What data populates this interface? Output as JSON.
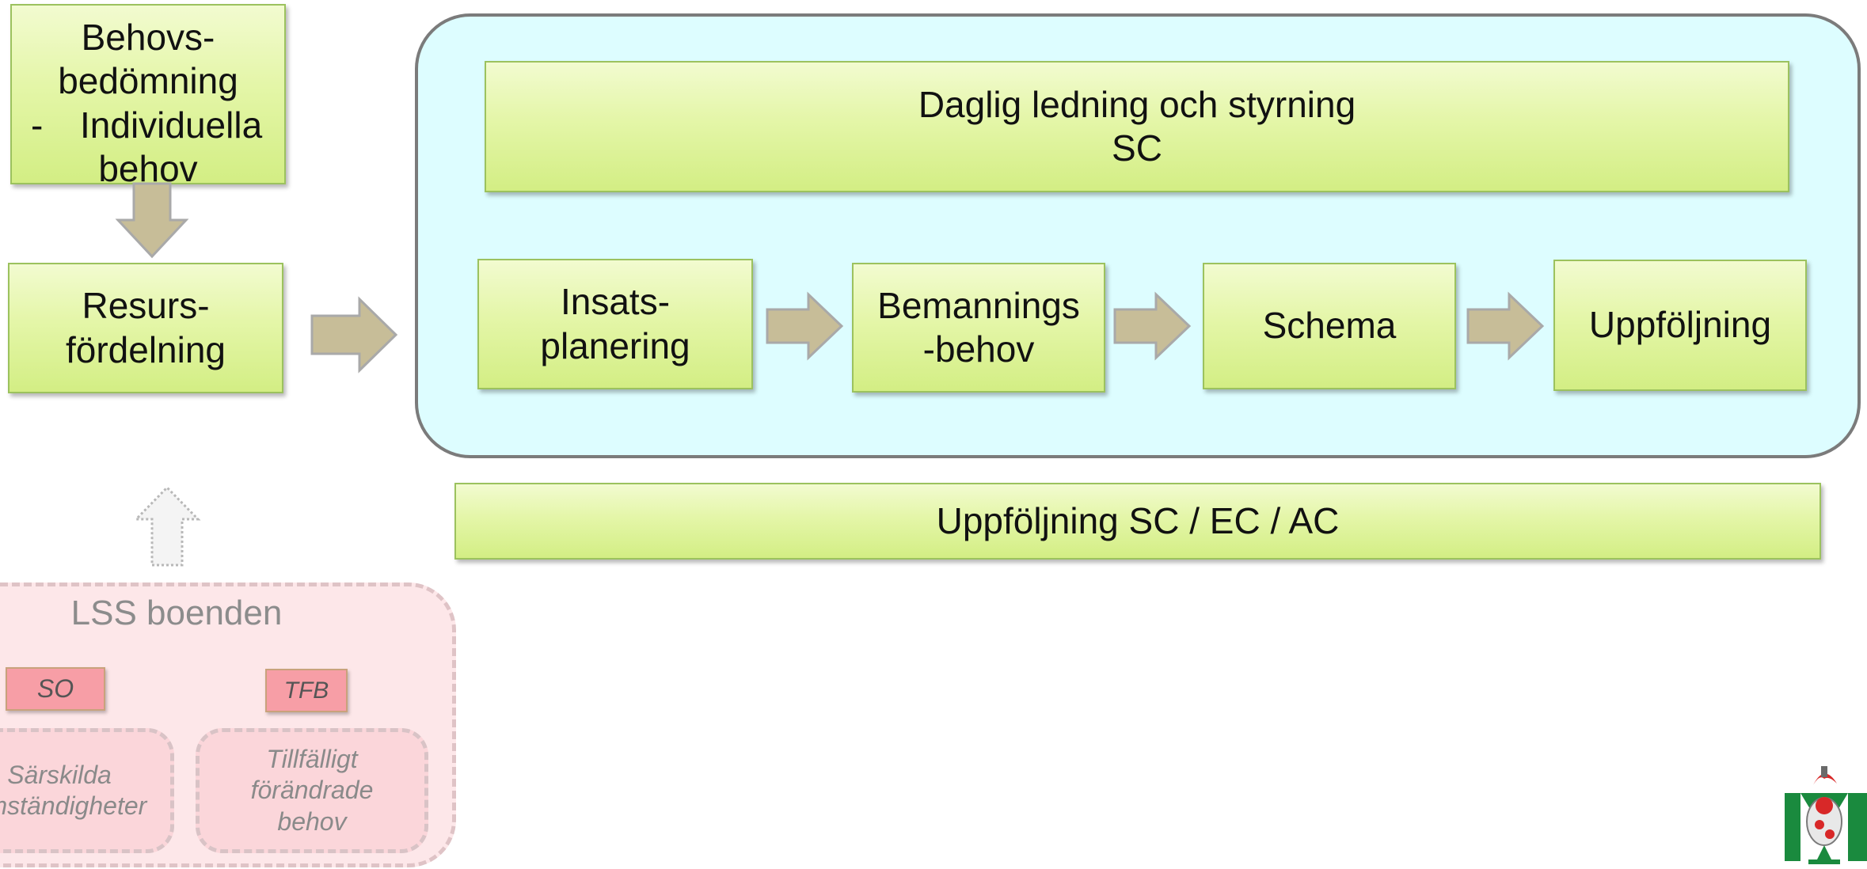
{
  "left": {
    "needs_box": {
      "title_line1": "Behovs-",
      "title_line2": "bedömning",
      "bullet": "-",
      "item_line1": "Individuella",
      "item_line2": "behov"
    },
    "resource_box": {
      "line1": "Resurs-",
      "line2": "fördelning"
    }
  },
  "panel": {
    "daily_box": {
      "line1": "Daglig ledning och styrning",
      "line2": "SC"
    },
    "steps": [
      {
        "line1": "Insats-",
        "line2": "planering"
      },
      {
        "line1": "Bemannings",
        "line2": "-behov"
      },
      {
        "line1": "Schema",
        "line2": ""
      },
      {
        "line1": "Uppföljning",
        "line2": ""
      }
    ]
  },
  "followup_bar": {
    "label": "Uppföljning SC / EC / AC"
  },
  "lss": {
    "title": "LSS boenden",
    "tags": [
      {
        "label": "SO"
      },
      {
        "label": "TFB"
      }
    ],
    "boxes": [
      {
        "line1": "Särskilda",
        "line2": "omständigheter",
        "line3": ""
      },
      {
        "line1": "Tillfälligt",
        "line2": "förändrade",
        "line3": "behov"
      }
    ]
  },
  "colors": {
    "green_fill": "#e4f6a8",
    "green_border": "#9cc25e",
    "panel_fill": "#ddfdff",
    "panel_border": "#7b7b7b",
    "arrow_fill": "#c7bd98",
    "arrow_stroke": "#a9a9a9",
    "lss_fill": "#fde7e9",
    "tag_fill": "#f79ea6"
  },
  "icons": {
    "logo": "municipal-coat-of-arms-logo",
    "arrows": "block-arrow"
  }
}
